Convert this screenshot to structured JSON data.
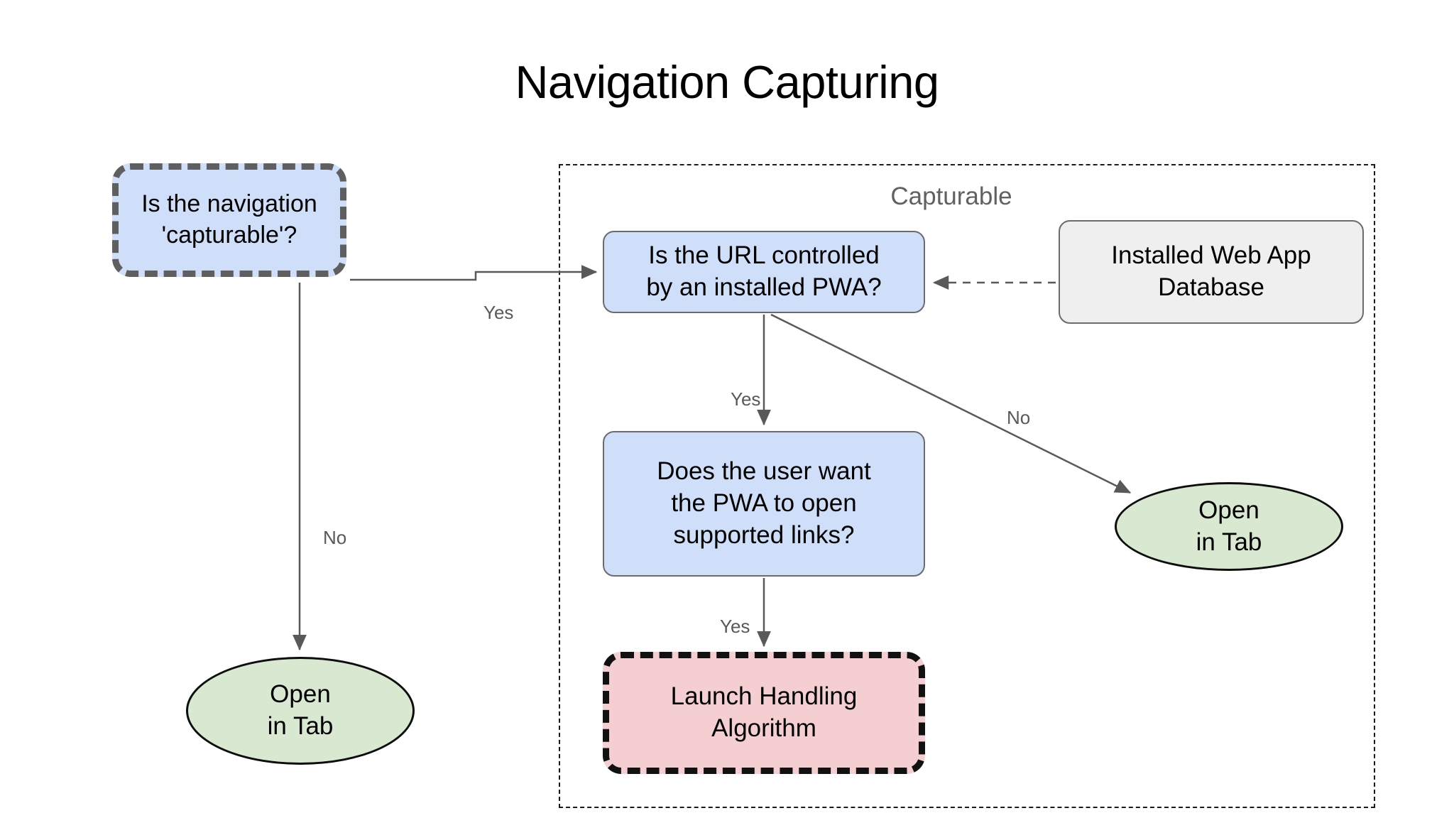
{
  "page": {
    "title": "Navigation Capturing",
    "background_color": "#ffffff"
  },
  "group": {
    "label": "Capturable",
    "border_style": "dashed",
    "border_color": "#1b1b1b"
  },
  "nodes": {
    "capturable_question": {
      "label": "Is the navigation\n'capturable'?",
      "shape": "rounded-rect",
      "fill": "#cfdffa",
      "border": "thick-dashed",
      "border_color": "#5f5f5f"
    },
    "url_question": {
      "label": "Is the URL controlled\nby an installed PWA?",
      "shape": "rounded-rect",
      "fill": "#cfdffa",
      "border": "solid",
      "border_color": "#6b6b6b"
    },
    "installed_db": {
      "label": "Installed Web App\nDatabase",
      "shape": "rounded-rect",
      "fill": "#efefef",
      "border": "solid",
      "border_color": "#6b6b6b"
    },
    "user_want_question": {
      "label": "Does the user want\nthe PWA to open\nsupported links?",
      "shape": "rounded-rect",
      "fill": "#cfdffa",
      "border": "solid",
      "border_color": "#6b6b6b"
    },
    "launch_handling": {
      "label": "Launch Handling\nAlgorithm",
      "shape": "rounded-rect",
      "fill": "#f4ced1",
      "border": "thick-dashed",
      "border_color": "#111111"
    },
    "open_in_tab_left": {
      "label": "Open\nin Tab",
      "shape": "ellipse",
      "fill": "#d9e9d1",
      "border": "solid",
      "border_color": "#0d0d0d"
    },
    "open_in_tab_right": {
      "label": "Open\nin Tab",
      "shape": "ellipse",
      "fill": "#d9e9d1",
      "border": "solid",
      "border_color": "#0d0d0d"
    }
  },
  "edges": {
    "capturable_yes": {
      "label": "Yes",
      "from": "capturable_question",
      "to": "url_question",
      "style": "solid"
    },
    "capturable_no": {
      "label": "No",
      "from": "capturable_question",
      "to": "open_in_tab_left",
      "style": "solid"
    },
    "url_yes": {
      "label": "Yes",
      "from": "url_question",
      "to": "user_want_question",
      "style": "solid"
    },
    "url_no": {
      "label": "No",
      "from": "url_question",
      "to": "open_in_tab_right",
      "style": "solid"
    },
    "user_yes": {
      "label": "Yes",
      "from": "user_want_question",
      "to": "launch_handling",
      "style": "solid"
    },
    "db_lookup": {
      "label": "",
      "from": "installed_db",
      "to": "url_question",
      "style": "dashed"
    }
  },
  "colors": {
    "blue_fill": "#cfdffa",
    "gray_fill": "#efefef",
    "pink_fill": "#f4ced1",
    "green_fill": "#d9e9d1",
    "edge_stroke": "#595959",
    "label_text": "#595959",
    "group_label_text": "#616161"
  }
}
